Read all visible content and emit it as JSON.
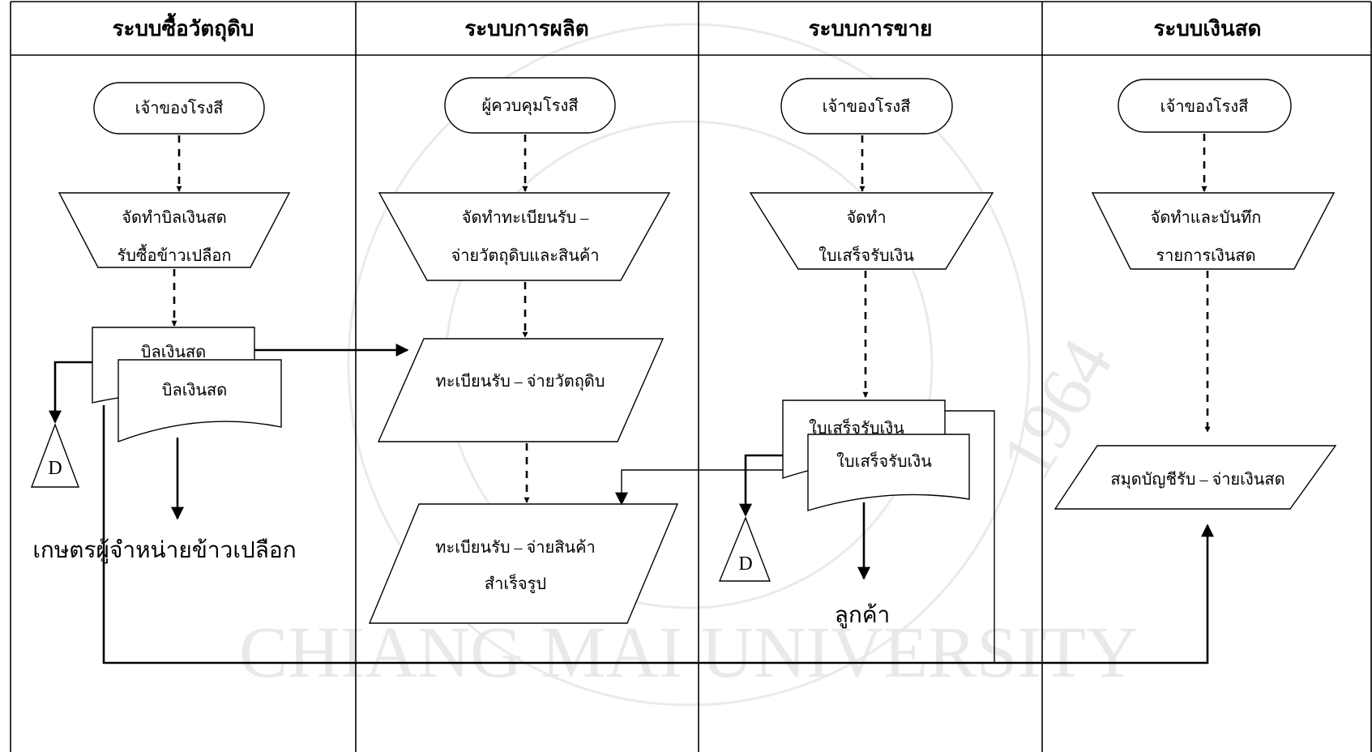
{
  "watermark": {
    "university": "CHIANG MAI UNIVERSITY",
    "year": "1964"
  },
  "lanes": [
    {
      "title": "ระบบซื้อวัตถุดิบ"
    },
    {
      "title": "ระบบการผลิต"
    },
    {
      "title": "ระบบการขาย"
    },
    {
      "title": "ระบบเงินสด"
    }
  ],
  "purchase": {
    "start": "เจ้าของโรงสี",
    "process": [
      "จัดทำบิลเงินสด",
      "รับซื้อข้าวเปลือก"
    ],
    "doc_front": "บิลเงินสด",
    "doc_back": "บิลเงินสด",
    "file": "D",
    "recipient": "เกษตรผู้จำหน่ายข้าวเปลือก"
  },
  "production": {
    "start": "ผู้ควบคุมโรงสี",
    "process": [
      "จัดทำทะเบียนรับ –",
      "จ่ายวัตถุดิบและสินค้า"
    ],
    "register_raw": "ทะเบียนรับ – จ่ายวัตถุดิบ",
    "register_goods": [
      "ทะเบียนรับ – จ่ายสินค้า",
      "สำเร็จรูป"
    ]
  },
  "sales": {
    "start": "เจ้าของโรงสี",
    "process": [
      "จัดทำ",
      "ใบเสร็จรับเงิน"
    ],
    "doc_front": "ใบเสร็จรับเงิน",
    "doc_back": "ใบเสร็จรับเงิน",
    "file": "D",
    "recipient": "ลูกค้า"
  },
  "cash": {
    "start": "เจ้าของโรงสี",
    "process": [
      "จัดทำและบันทึก",
      "รายการเงินสด"
    ],
    "book": "สมุดบัญชีรับ – จ่ายเงินสด"
  }
}
